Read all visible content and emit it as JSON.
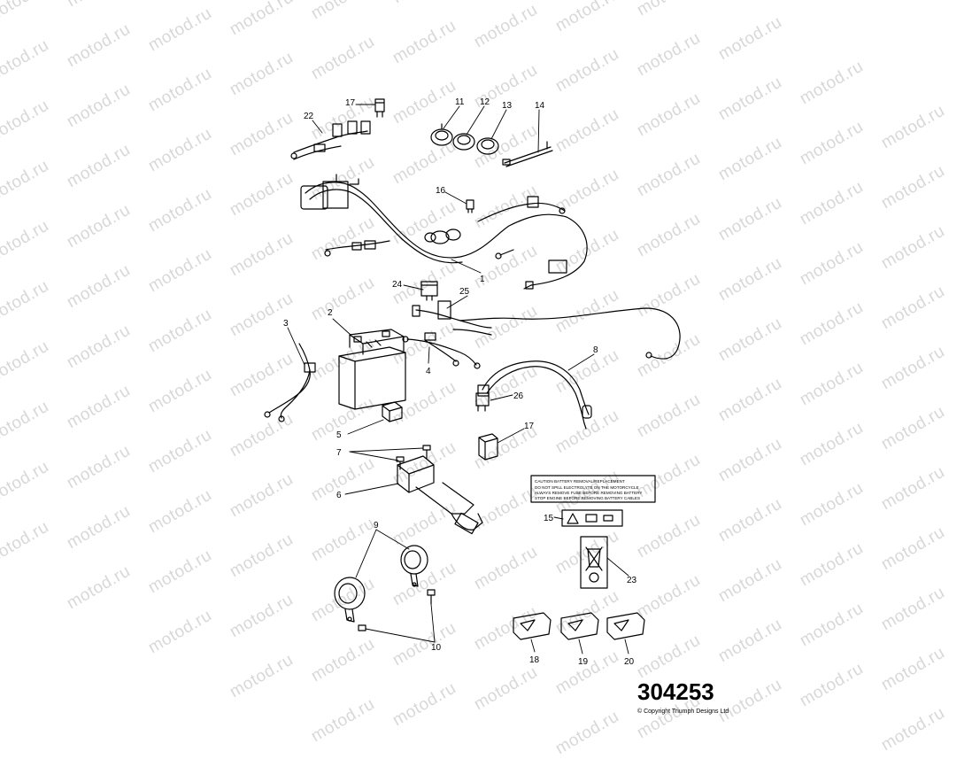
{
  "watermark_text": "motod.ru",
  "part_number": "304253",
  "copyright": "© Copyright Triumph Designs Ltd",
  "warning_label": {
    "lines": [
      "CAUTION BATTERY REMOVAL/REPLACEMENT",
      "DO NOT SPILL ELECTROLYTE ON THE MOTORCYCLE",
      "ALWAYS REMOVE FUSE BEFORE REMOVING BATTERY",
      "STOP ENGINE BEFORE REMOVING BATTERY CABLES"
    ]
  },
  "callouts": [
    "1",
    "2",
    "3",
    "4",
    "5",
    "6",
    "7",
    "8",
    "9",
    "10",
    "11",
    "12",
    "13",
    "14",
    "15",
    "16",
    "17",
    "17",
    "18",
    "19",
    "20",
    "22",
    "23",
    "24",
    "25",
    "26"
  ],
  "colors": {
    "ink": "#000000",
    "watermark": "#d8d8d8",
    "background": "#ffffff"
  }
}
